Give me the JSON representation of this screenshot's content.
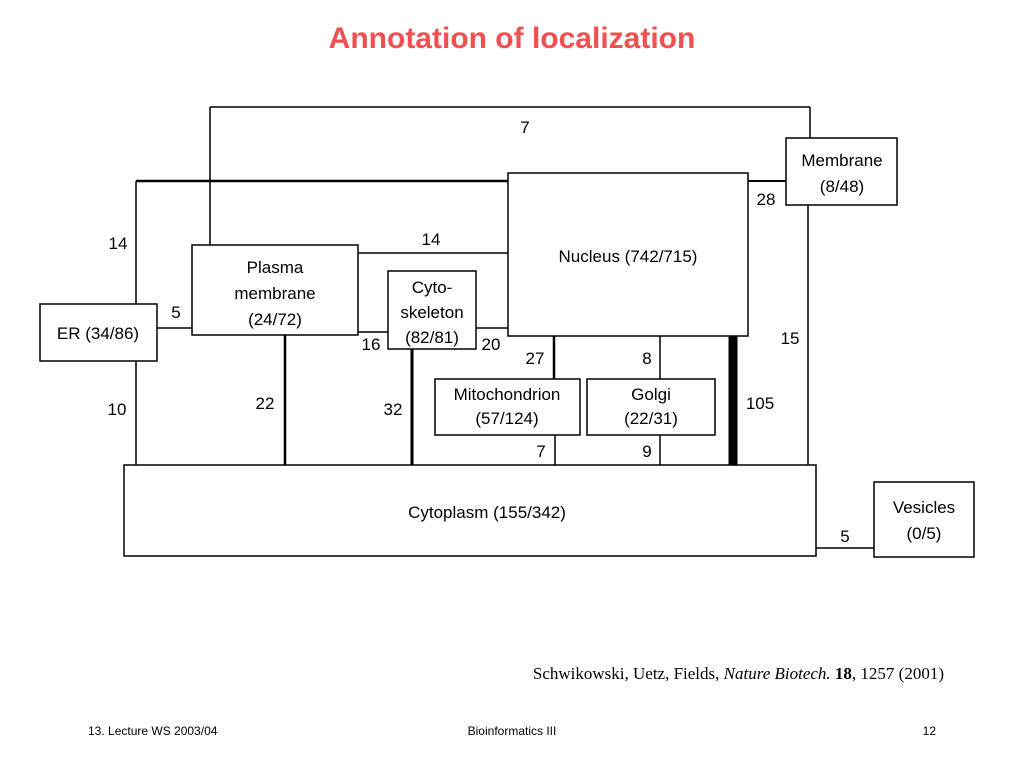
{
  "slide": {
    "title": "Annotation of localization",
    "title_color": "#f05050",
    "citation": {
      "authors": "Schwikowski, Uetz, Fields,",
      "journal": "Nature Biotech.",
      "volume": "18",
      "pages_year": ", 1257 (2001)"
    },
    "footer": {
      "left": "13. Lecture WS 2003/04",
      "center": "Bioinformatics III",
      "page": "12"
    }
  },
  "diagram": {
    "nodes": {
      "nucleus": [
        "Nucleus (742/715)"
      ],
      "membrane": [
        "Membrane",
        "(8/48)"
      ],
      "plasma": [
        "Plasma",
        "membrane",
        "(24/72)"
      ],
      "cyto": [
        "Cyto-",
        "skeleton",
        "(82/81)"
      ],
      "er": [
        "ER (34/86)"
      ],
      "mito": [
        "Mitochondrion",
        "(57/124)"
      ],
      "golgi": [
        "Golgi",
        "(22/31)"
      ],
      "cytoplasm": [
        "Cytoplasm (155/342)"
      ],
      "vesicles": [
        "Vesicles",
        "(0/5)"
      ]
    },
    "edges": [
      {
        "id": "plasma-membrane",
        "label": "7"
      },
      {
        "id": "er-nucleus",
        "label": "14"
      },
      {
        "id": "plasma-nucleus",
        "label": "14"
      },
      {
        "id": "nucleus-membrane",
        "label": "28"
      },
      {
        "id": "er-plasma",
        "label": "5"
      },
      {
        "id": "membrane-cytoplasm",
        "label": "15"
      },
      {
        "id": "cyto-er",
        "label": "16"
      },
      {
        "id": "cyto-nucleus",
        "label": "20"
      },
      {
        "id": "nucleus-mito",
        "label": "27"
      },
      {
        "id": "nucleus-golgi",
        "label": "8"
      },
      {
        "id": "er-cytoplasm",
        "label": "10"
      },
      {
        "id": "plasma-cytoplasm",
        "label": "22"
      },
      {
        "id": "cyto-cytoplasm",
        "label": "32"
      },
      {
        "id": "nucleus-cytoplasm",
        "label": "105"
      },
      {
        "id": "mito-cytoplasm",
        "label": "7"
      },
      {
        "id": "golgi-cytoplasm",
        "label": "9"
      },
      {
        "id": "cytoplasm-vesicles",
        "label": "5"
      }
    ]
  }
}
